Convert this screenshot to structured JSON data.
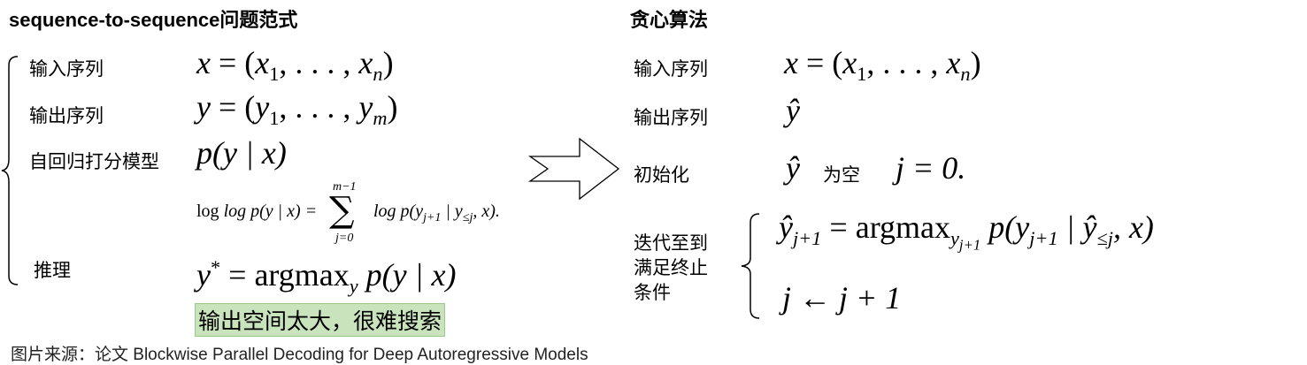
{
  "left": {
    "title": "sequence-to-sequence问题范式",
    "rows": {
      "input_label": "输入序列",
      "input_math": {
        "lhs": "x",
        "eq": " = (",
        "x1": "x",
        "s1": "1",
        "dots": ", . . . , ",
        "xn": "x",
        "sn": "n",
        "close": ")"
      },
      "output_label": "输出序列",
      "output_math": {
        "lhs": "y",
        "eq": " = (",
        "y1": "y",
        "s1": "1",
        "dots": ", . . . , ",
        "ym": "y",
        "sm": "m",
        "close": ")"
      },
      "model_label": "自回归打分模型",
      "model_math": "p(y | x)",
      "sum_upper": "m−1",
      "sum_lower": "j=0",
      "sum_lhs": "log p(y | x) =",
      "sum_rhs": "log p(y",
      "sum_rhs_sub": "j+1",
      "sum_rhs_mid": " | y",
      "sum_rhs_sub2": "≤j",
      "sum_rhs_end": ", x).",
      "infer_label": "推理",
      "infer_math": {
        "lhs": "y",
        "star": "*",
        "eq": " = ",
        "op": "argmax",
        "opsub": "y",
        "rest": " p(y | x)"
      },
      "note": "输出空间太大，很难搜索"
    }
  },
  "right": {
    "title": "贪心算法",
    "input_label": "输入序列",
    "input_math": {
      "lhs": "x",
      "eq": " = (",
      "x1": "x",
      "s1": "1",
      "dots": ", . . . , ",
      "xn": "x",
      "sn": "n",
      "close": ")"
    },
    "output_label": "输出序列",
    "output_math": "ŷ",
    "init_label": "初始化",
    "init_math": "ŷ",
    "init_text": "为空",
    "init_math2": "j = 0.",
    "loop_label_lines": [
      "迭代至到",
      "满足终止",
      "条件"
    ],
    "loop_line1": {
      "lhs": "ŷ",
      "lsub": "j+1",
      "eq": " = ",
      "op": "argmax",
      "opsub": "y",
      "opsubsub": "j+1",
      "rest": " p(y",
      "rsub": "j+1",
      "mid": " | ŷ",
      "msub": "≤j",
      "end": ", x)"
    },
    "loop_line2": "j ← j + 1"
  },
  "source": "图片来源：论文 Blockwise Parallel Decoding for Deep Autoregressive Models"
}
